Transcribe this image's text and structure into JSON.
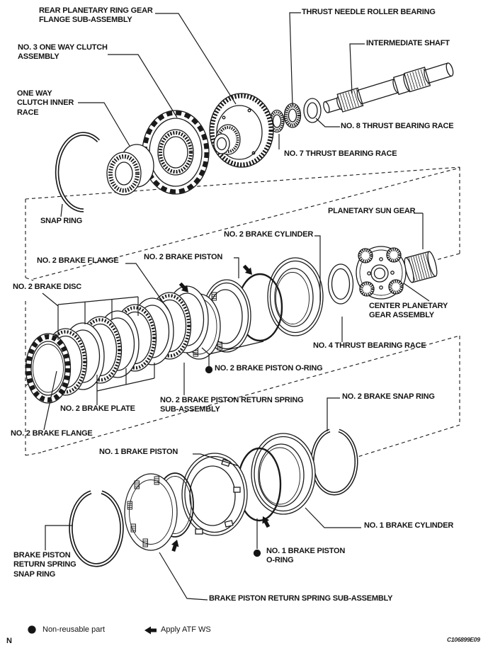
{
  "figure": {
    "corner_mark": "N",
    "figure_code": "C106899E09",
    "labels": {
      "rear_planetary_ring_gear_flange": "REAR PLANETARY RING GEAR\nFLANGE SUB-ASSEMBLY",
      "no3_one_way_clutch": "NO. 3 ONE WAY CLUTCH\nASSEMBLY",
      "thrust_needle_roller_bearing": "THRUST NEEDLE ROLLER BEARING",
      "intermediate_shaft": "INTERMEDIATE SHAFT",
      "one_way_clutch_inner_race": "ONE WAY\nCLUTCH INNER\nRACE",
      "no8_thrust_bearing_race": "NO. 8 THRUST BEARING RACE",
      "no7_thrust_bearing_race": "NO. 7 THRUST BEARING RACE",
      "snap_ring": "SNAP RING",
      "planetary_sun_gear": "PLANETARY SUN GEAR",
      "no2_brake_cylinder": "NO. 2 BRAKE CYLINDER",
      "no2_brake_flange_upper": "NO. 2 BRAKE FLANGE",
      "no2_brake_piston": "NO. 2 BRAKE PISTON",
      "no2_brake_disc": "NO. 2 BRAKE DISC",
      "center_planetary_gear": "CENTER PLANETARY\nGEAR ASSEMBLY",
      "no4_thrust_bearing_race": "NO. 4 THRUST BEARING RACE",
      "no2_brake_piston_oring": "NO. 2 BRAKE PISTON O-RING",
      "no2_brake_piston_return_spring": "NO. 2 BRAKE PISTON RETURN SPRING\nSUB-ASSEMBLY",
      "no2_brake_plate": "NO. 2 BRAKE PLATE",
      "no2_brake_snap_ring": "NO. 2 BRAKE SNAP RING",
      "no2_brake_flange_lower": "NO. 2 BRAKE FLANGE",
      "no1_brake_piston": "NO. 1 BRAKE PISTON",
      "no1_brake_cylinder": "NO. 1 BRAKE CYLINDER",
      "no1_brake_piston_oring": "NO. 1 BRAKE PISTON\nO-RING",
      "brake_piston_return_spring_snap_ring": "BRAKE PISTON\nRETURN SPRING\nSNAP RING",
      "brake_piston_return_spring": "BRAKE PISTON RETURN SPRING SUB-ASSEMBLY"
    },
    "legend": {
      "non_reusable_part": "Non-reusable part",
      "apply_atf": "Apply ATF WS"
    }
  }
}
